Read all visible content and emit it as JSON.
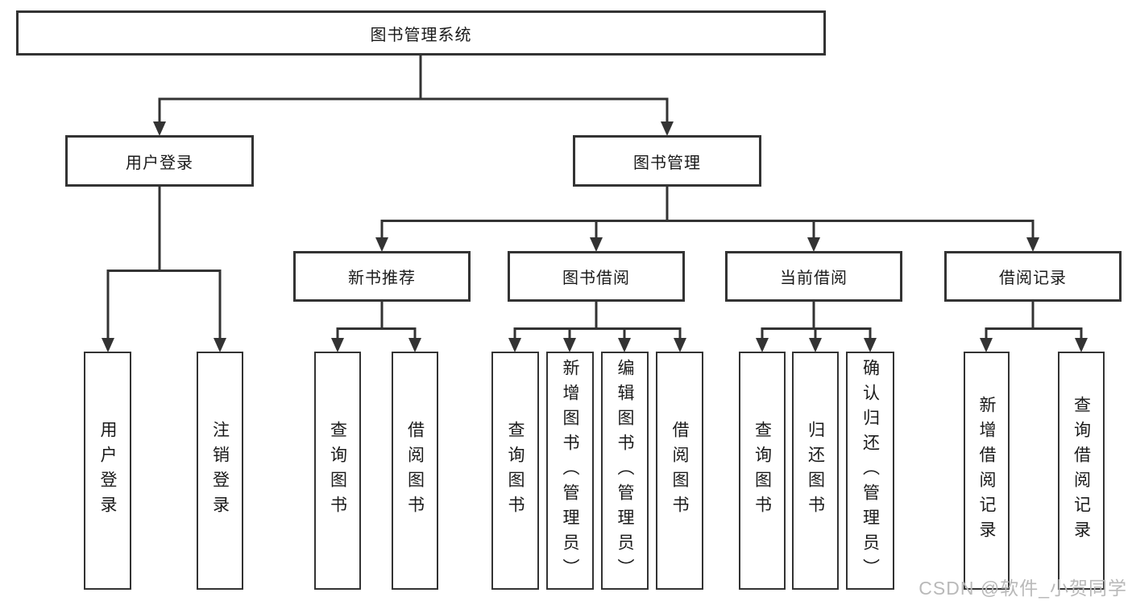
{
  "diagram": {
    "nodes": {
      "root": "图书管理系统",
      "userLogin": "用户登录",
      "bookManagement": "图书管理",
      "newBookRecommend": "新书推荐",
      "bookBorrow": "图书借阅",
      "currentBorrow": "当前借阅",
      "borrowRecords": "借阅记录",
      "leafUserLogin": "用户登录",
      "leafLogout": "注销登录",
      "leafQueryBooks1": "查询图书",
      "leafBorrowBooks1": "借阅图书",
      "leafQueryBooks2": "查询图书",
      "leafAddBooksAdmin": "新增图书（管理员）",
      "leafEditBooksAdmin": "编辑图书（管理员）",
      "leafBorrowBooks2": "借阅图书",
      "leafQueryBooks3": "查询图书",
      "leafReturnBooks": "归还图书",
      "leafConfirmReturnAdmin": "确认归还（管理员）",
      "leafAddBorrowRecord": "新增借阅记录",
      "leafQueryBorrowRecord": "查询借阅记录"
    }
  },
  "watermark": {
    "text": "CSDN @软件_小贺同学"
  },
  "colors": {
    "line": "#333333",
    "text": "#1a1a1a",
    "background": "#ffffff",
    "watermark": "#b9b9b9"
  }
}
